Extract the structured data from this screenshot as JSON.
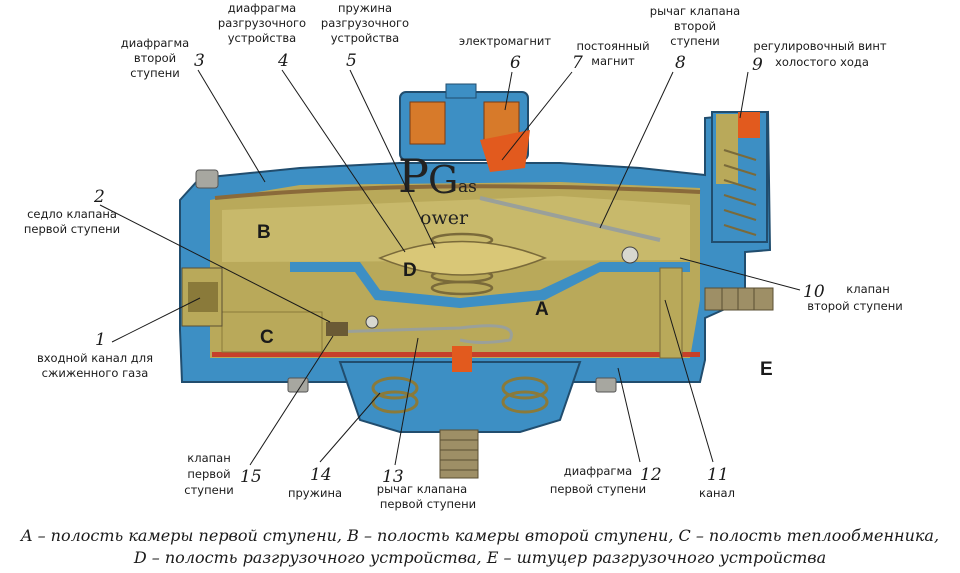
{
  "watermark": {
    "p": "P",
    "g": "G",
    "as": "as",
    "ower": "ower"
  },
  "cavities": {
    "A": "A",
    "B": "B",
    "C": "C",
    "D": "D",
    "E": "E"
  },
  "parts": [
    {
      "num": "1",
      "lines": [
        "входной канал для",
        "сжиженного газа"
      ]
    },
    {
      "num": "2",
      "lines": [
        "седло клапана",
        "первой ступени"
      ]
    },
    {
      "num": "3",
      "lines": [
        "диафрагма",
        "второй",
        "ступени"
      ]
    },
    {
      "num": "4",
      "lines": [
        "диафрагма",
        "разгрузочного",
        "устройства"
      ]
    },
    {
      "num": "5",
      "lines": [
        "пружина",
        "разгрузочного",
        "устройства"
      ]
    },
    {
      "num": "6",
      "lines": [
        "электромагнит"
      ]
    },
    {
      "num": "7",
      "lines": [
        "постоянный",
        "магнит"
      ]
    },
    {
      "num": "8",
      "lines": [
        "рычаг клапана",
        "второй",
        "ступени"
      ]
    },
    {
      "num": "9",
      "lines": [
        "регулировочный винт",
        "холостого хода"
      ]
    },
    {
      "num": "10",
      "lines": [
        "клапан",
        "второй ступени"
      ]
    },
    {
      "num": "11",
      "lines": [
        "канал"
      ]
    },
    {
      "num": "12",
      "lines": [
        "диафрагма",
        "первой ступени"
      ]
    },
    {
      "num": "13",
      "lines": [
        "рычаг клапана",
        "первой ступени"
      ]
    },
    {
      "num": "14",
      "lines": [
        "пружина"
      ]
    },
    {
      "num": "15",
      "lines": [
        "клапан",
        "первой",
        "ступени"
      ]
    }
  ],
  "caption": [
    "A – полость камеры первой ступени, B – полость камеры второй ступени, C – полость теплообменника,",
    "D – полость разгрузочного устройства, E – штуцер разгрузочного устройства"
  ]
}
